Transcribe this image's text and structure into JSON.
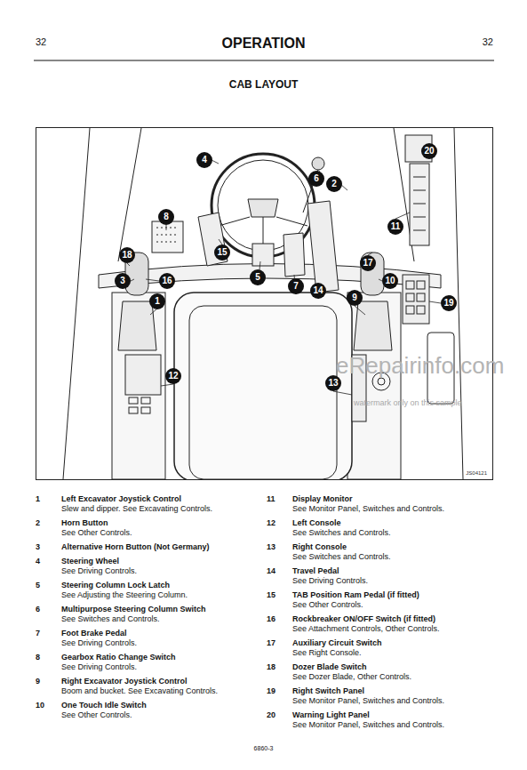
{
  "diagram": {
    "title": "OPERATION",
    "nodes": [
      {
        "text": [
          "JS04121"
        ]
      },
      {
        "text": [
          "1"
        ],
        "in": 0
      },
      {
        "text": [
          "2"
        ],
        "in": 0
      },
      {
        "text": [
          "3"
        ],
        "in": 0
      },
      {
        "text": [
          "4"
        ],
        "in": 0
      },
      {
        "text": [
          "5"
        ],
        "in": 0
      },
      {
        "text": [
          "6"
        ],
        "in": 0
      },
      {
        "text": [
          "7"
        ],
        "in": 0
      },
      {
        "text": [
          "8"
        ],
        "in": 0
      },
      {
        "text": [
          "9"
        ],
        "in": 0
      },
      {
        "text": [
          "10"
        ],
        "in": 0
      },
      {
        "text": [
          "11"
        ],
        "in": 0
      },
      {
        "text": [
          "12"
        ],
        "in": 0
      },
      {
        "text": [
          "13"
        ],
        "in": 0
      },
      {
        "text": [
          "14"
        ],
        "in": 0
      },
      {
        "text": [
          "15"
        ],
        "in": 0
      },
      {
        "text": [
          "16"
        ],
        "in": 0
      },
      {
        "text": [
          "17"
        ],
        "in": 0
      },
      {
        "text": [
          "18"
        ],
        "in": 0
      },
      {
        "text": [
          "19"
        ],
        "in": 0
      },
      {
        "text": [
          "20"
        ],
        "in": 0
      }
    ],
    "labels": [
      "32",
      "32",
      "CAB LAYOUT",
      "1",
      "Left Excavator Joystick Control",
      "Slew and dipper. See Excavating Controls.",
      "2",
      "Horn Button",
      "See Other Controls.",
      "3",
      "Alternative Horn Button (Not Germany)",
      "4",
      "Steering Wheel",
      "See Driving Controls.",
      "5",
      "Steering Column Lock Latch",
      "See Adjusting the Steering Column.",
      "6",
      "Multipurpose Steering Column Switch",
      "See Switches and Controls.",
      "7",
      "Foot Brake Pedal",
      "See Driving Controls.",
      "8",
      "Gearbox  Ratio Change Switch",
      "See Driving Controls.",
      "9",
      "Right Excavator Joystick Control",
      "Boom and bucket. See Excavating Controls.",
      "10",
      "One Touch Idle Switch",
      "See Other Controls.",
      "11",
      "Display Monitor",
      "See Monitor Panel, Switches and Controls.",
      "12",
      "Left Console",
      "See Switches and Controls.",
      "13",
      "Right Console",
      "See Switches and Controls.",
      "14",
      "Travel Pedal",
      "See Driving Controls.",
      "15",
      "TAB Position Ram Pedal (if fitted)",
      "See Other Controls.",
      "16",
      "Rockbreaker ON/OFF Switch (if fitted)",
      "See Attachment Controls, Other Controls.",
      "17",
      "Auxiliary Circuit Switch",
      "See Right Console.",
      "18",
      "Dozer Blade Switch",
      "See Dozer Blade, Other Controls.",
      "19",
      "Right Switch Panel",
      "See Monitor Panel, Switches and Controls.",
      "20",
      "Warning Light Panel",
      "See Monitor Panel, Switches and Controls.",
      "6860-3",
      "eRepairinfo.com",
      "watermark only on this sample"
    ]
  }
}
